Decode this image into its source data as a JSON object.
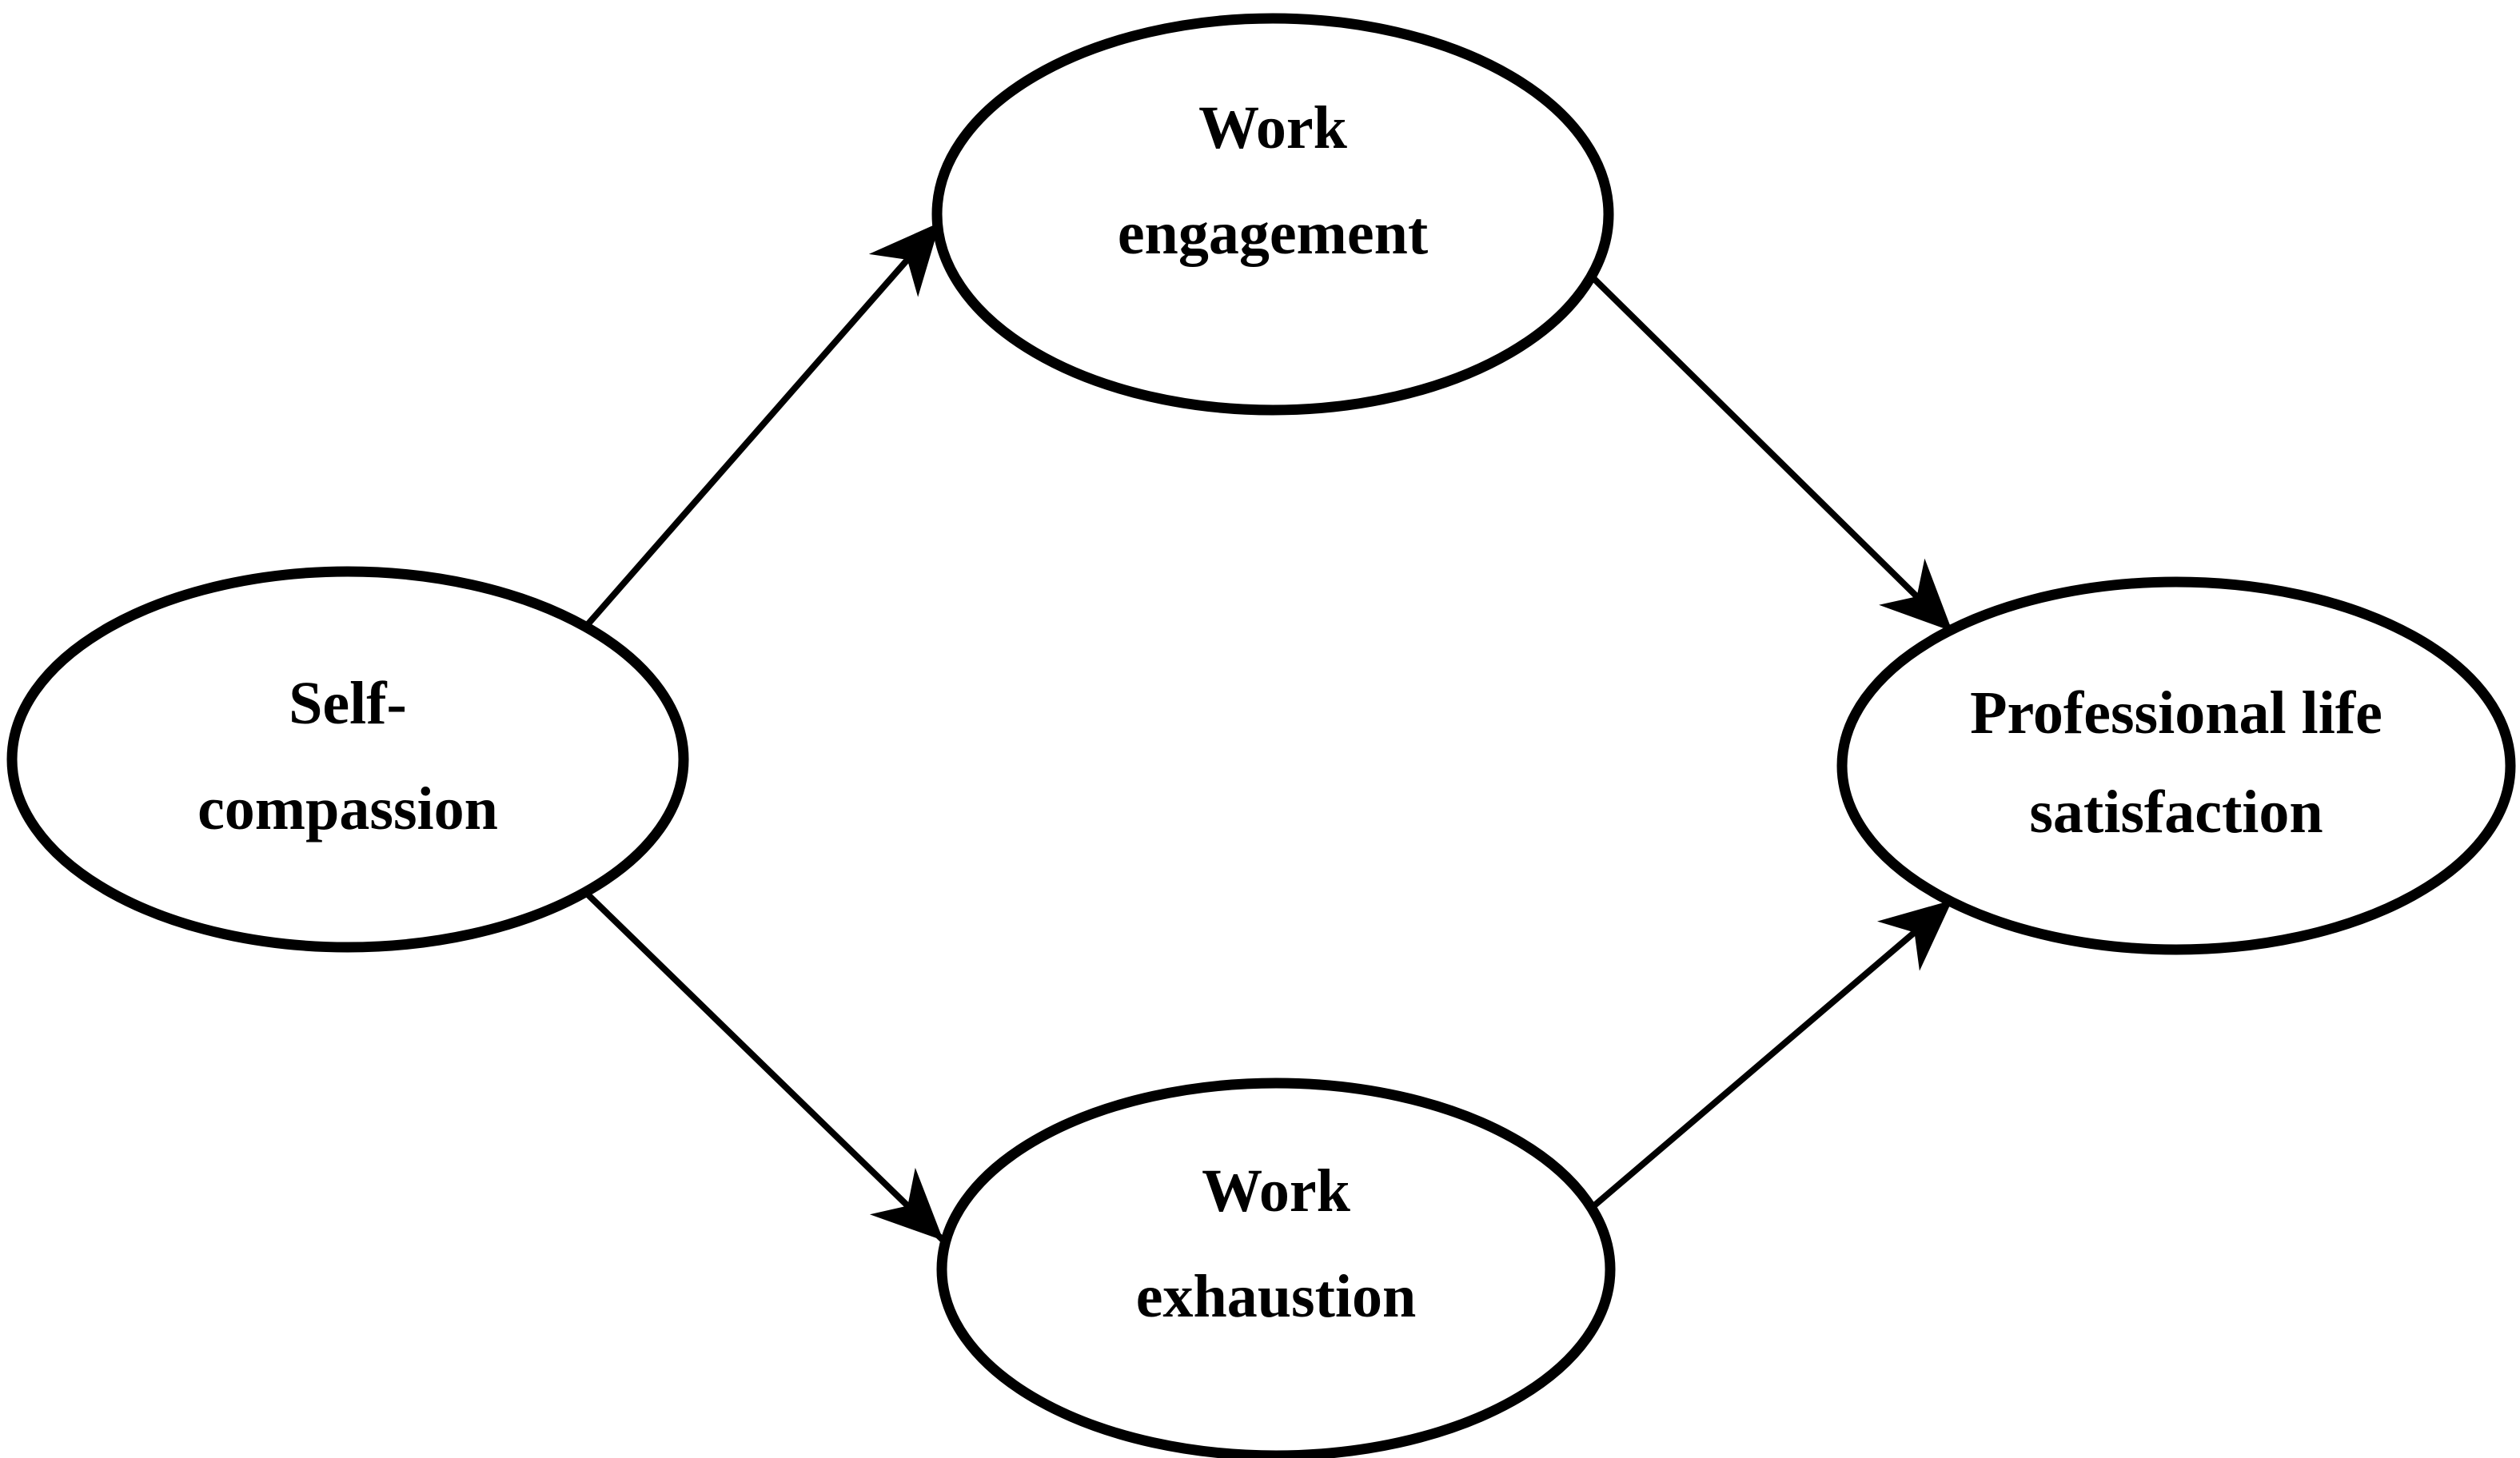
{
  "background_color": "#ffffff",
  "diagram": {
    "type": "structural-path-model",
    "stroke_color": "#000000",
    "node_fill_color": "#ffffff",
    "nodes": [
      {
        "id": "self-compassion",
        "label_line1": "Self-",
        "label_line2": "compassion"
      },
      {
        "id": "work-engagement",
        "label_line1": "Work",
        "label_line2": "engagement"
      },
      {
        "id": "work-exhaustion",
        "label_line1": "Work",
        "label_line2": "exhaustion"
      },
      {
        "id": "professional-life-satisfaction",
        "label_line1": "Professional life",
        "label_line2": "satisfaction"
      }
    ],
    "edges": [
      {
        "from": "Self-compassion",
        "to": "Work engagement"
      },
      {
        "from": "Self-compassion",
        "to": "Work exhaustion"
      },
      {
        "from": "Work engagement",
        "to": "Professional life satisfaction"
      },
      {
        "from": "Work exhaustion",
        "to": "Professional life satisfaction"
      }
    ]
  }
}
